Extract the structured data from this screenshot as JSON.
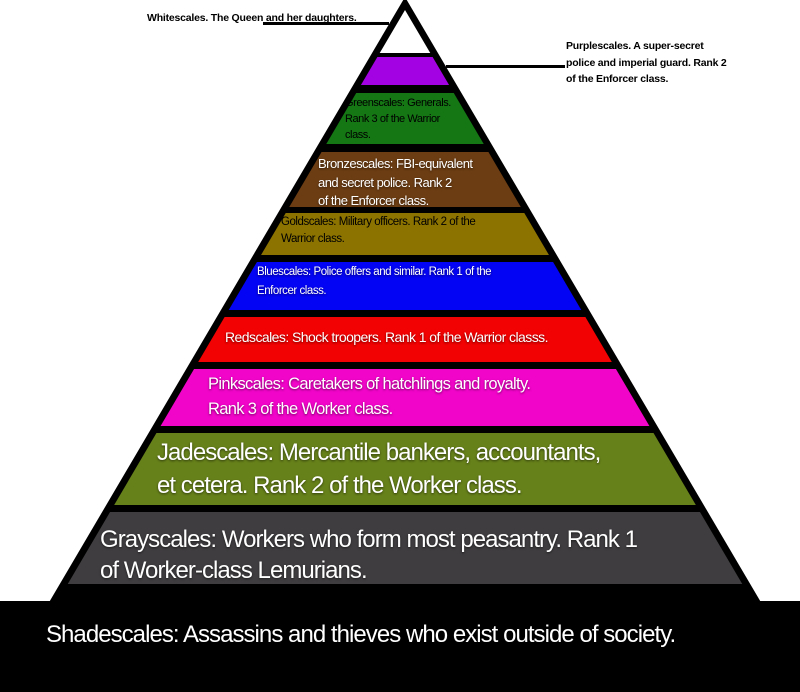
{
  "background_color": "#ffffff",
  "outline_color": "#000000",
  "annotations": {
    "whitescales": {
      "text": "Whitescales. The Queen and her daughters.",
      "target_layer": "whitescales"
    },
    "purplescales": {
      "text": "Purplescales. A super-secret\npolice and imperial guard. Rank 2\nof the Enforcer class.",
      "target_layer": "purplescales"
    }
  },
  "layers": [
    {
      "name": "whitescales",
      "color": "#ffffff",
      "text": ""
    },
    {
      "name": "purplescales",
      "color": "#a303e3",
      "text": ""
    },
    {
      "name": "greenscales",
      "color": "#147714",
      "text_color": "#000000",
      "text": "Greenscales: Generals.\nRank 3 of the Warrior\nclass."
    },
    {
      "name": "bronzescales",
      "color": "#6c3d13",
      "text_color": "#ffffff",
      "text": "Bronzescales: FBI-equivalent\nand secret police. Rank 2\nof the Enforcer class."
    },
    {
      "name": "goldscales",
      "color": "#8c7300",
      "text_color": "#000000",
      "text": "Goldscales: Military officers. Rank 2 of the\nWarrior class."
    },
    {
      "name": "bluescales",
      "color": "#0404f4",
      "text_color": "#ffffff",
      "text": "Bluescales: Police offers and similar. Rank 1 of the\nEnforcer class."
    },
    {
      "name": "redscales",
      "color": "#f20202",
      "text_color": "#ffffff",
      "text": "Redscales: Shock troopers. Rank 1 of the Warrior classs."
    },
    {
      "name": "pinkscales",
      "color": "#f105c9",
      "text_color": "#ffffff",
      "text": "Pinkscales: Caretakers of hatchlings and royalty.\nRank 3 of the Worker class."
    },
    {
      "name": "jadescales",
      "color": "#66801a",
      "text_color": "#ffffff",
      "text": "Jadescales: Mercantile bankers, accountants,\net cetera. Rank 2 of the Worker class."
    },
    {
      "name": "grayscales",
      "color": "#3f3d3f",
      "text_color": "#ffffff",
      "text": "Grayscales: Workers who form most peasantry. Rank 1\nof Worker-class Lemurians."
    },
    {
      "name": "shadescales",
      "color": "#000000",
      "text_color": "#ffffff",
      "text": "Shadescales: Assassins and thieves who exist outside of society."
    }
  ]
}
